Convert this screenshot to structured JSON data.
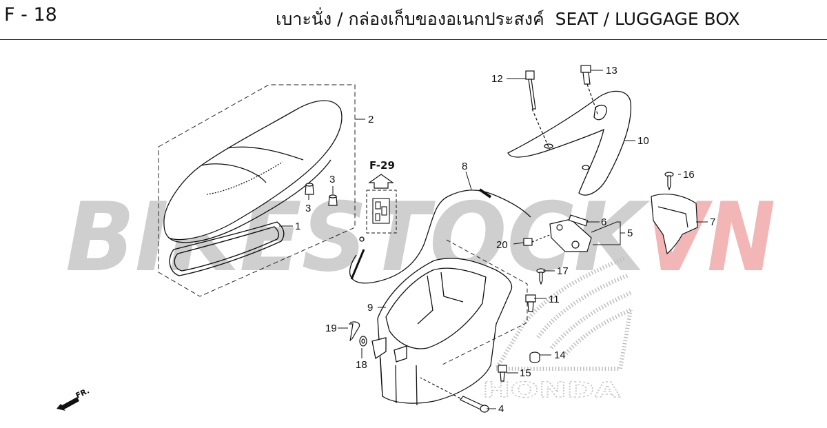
{
  "header": {
    "page_code": "F - 18",
    "title_thai": "เบาะนั่ง / กล่องเก็บของอเนกประสงค์",
    "title_en": "SEAT / LUGGAGE BOX"
  },
  "watermark": {
    "text_main": "BIKESTOCK",
    "text_accent": "VN",
    "main_color": "#c8c8c8",
    "accent_color": "#f2b8b8"
  },
  "ref_box": {
    "label": "F-29"
  },
  "direction_marker": {
    "label": "FR."
  },
  "brand_mark": "HONDA",
  "callouts": [
    "1",
    "2",
    "3",
    "3",
    "4",
    "5",
    "6",
    "7",
    "8",
    "9",
    "10",
    "11",
    "12",
    "13",
    "14",
    "15",
    "16",
    "17",
    "18",
    "19",
    "20"
  ]
}
